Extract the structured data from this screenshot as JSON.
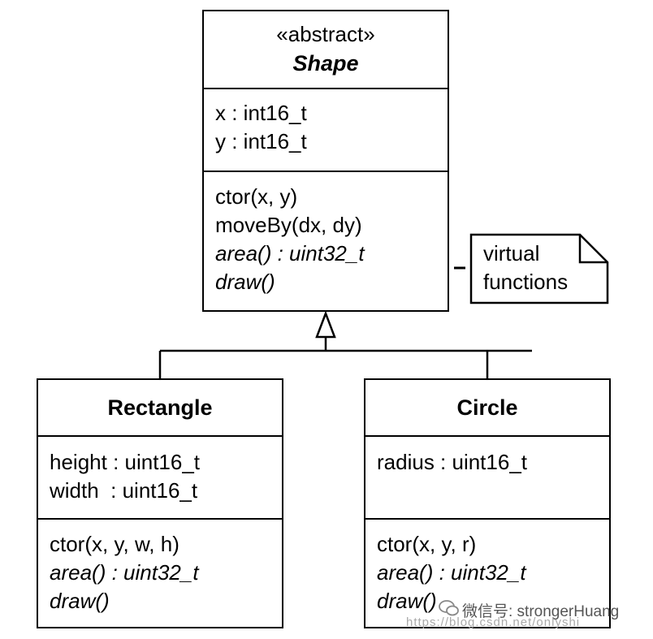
{
  "shape": {
    "stereotype": "«abstract»",
    "name": "Shape",
    "attributes": [
      "x : int16_t",
      "y : int16_t"
    ],
    "operations": [
      {
        "text": "ctor(x, y)",
        "italic": false
      },
      {
        "text": "moveBy(dx, dy)",
        "italic": false
      },
      {
        "text": "area() : uint32_t",
        "italic": true
      },
      {
        "text": "draw()",
        "italic": true
      }
    ]
  },
  "note": {
    "lines": [
      "virtual",
      "functions"
    ]
  },
  "rectangle": {
    "name": "Rectangle",
    "attributes": [
      "height : uint16_t",
      "width  : uint16_t"
    ],
    "operations": [
      {
        "text": "ctor(x, y, w, h)",
        "italic": false
      },
      {
        "text": "area() : uint32_t",
        "italic": true
      },
      {
        "text": "draw()",
        "italic": true
      }
    ]
  },
  "circle": {
    "name": "Circle",
    "attributes": [
      "radius : uint16_t"
    ],
    "operations": [
      {
        "text": "ctor(x, y, r)",
        "italic": false
      },
      {
        "text": "area() : uint32_t",
        "italic": true
      },
      {
        "text": "draw()",
        "italic": true
      }
    ]
  },
  "watermark": {
    "label": "微信号: strongerHuang",
    "url": "https://blog.csdn.net/onlyshi"
  }
}
